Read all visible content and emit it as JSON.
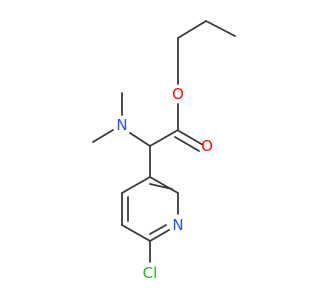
{
  "molecule": {
    "atoms": {
      "o_ether": {
        "symbol": "O",
        "color": "#ff0d0d"
      },
      "o_carbonyl": {
        "symbol": "O",
        "color": "#ff0d0d"
      },
      "n_amine": {
        "symbol": "N",
        "color": "#3050f8"
      },
      "n_ring": {
        "symbol": "N",
        "color": "#3050f8"
      },
      "cl": {
        "symbol": "Cl",
        "color": "#1fb81f"
      }
    },
    "bond_color": "#3a3a3a"
  }
}
